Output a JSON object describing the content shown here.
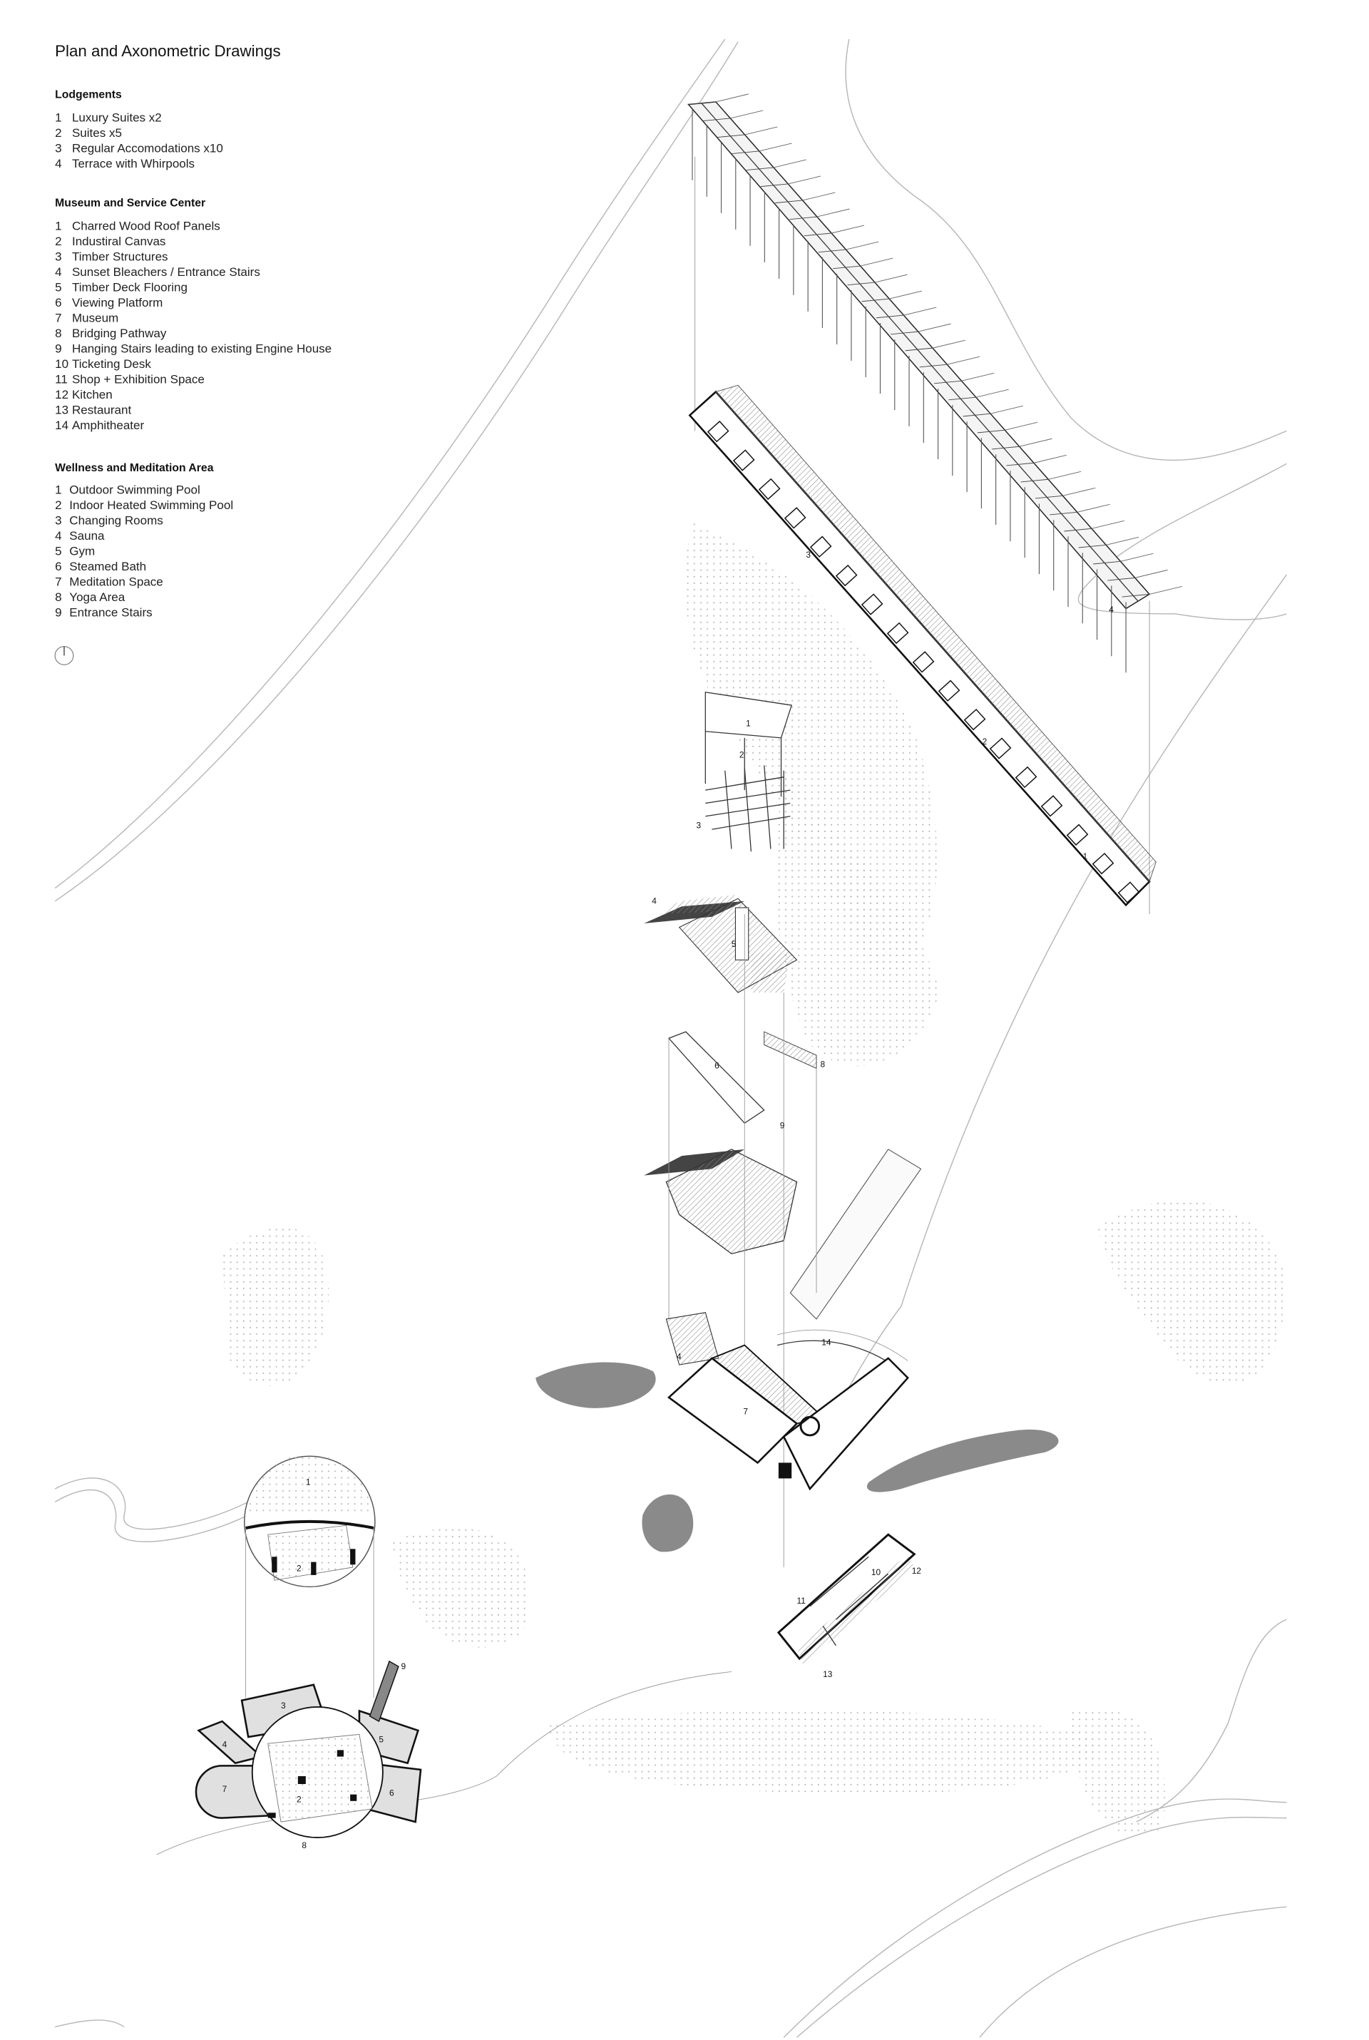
{
  "title": "Plan and Axonometric Drawings",
  "legend": {
    "lodgements": {
      "heading": "Lodgements",
      "items": [
        {
          "n": "1",
          "label": "Luxury Suites x2"
        },
        {
          "n": "2",
          "label": "Suites x5"
        },
        {
          "n": "3",
          "label": "Regular Accomodations x10"
        },
        {
          "n": "4",
          "label": "Terrace with Whirpools"
        }
      ]
    },
    "museum": {
      "heading": "Museum and Service Center",
      "items": [
        {
          "n": "1",
          "label": "Charred Wood Roof Panels"
        },
        {
          "n": "2",
          "label": "Industiral Canvas"
        },
        {
          "n": "3",
          "label": "Timber Structures"
        },
        {
          "n": "4",
          "label": "Sunset Bleachers / Entrance Stairs"
        },
        {
          "n": "5",
          "label": "Timber Deck Flooring"
        },
        {
          "n": "6",
          "label": "Viewing Platform"
        },
        {
          "n": "7",
          "label": "Museum"
        },
        {
          "n": "8",
          "label": "Bridging Pathway"
        },
        {
          "n": "9",
          "label": "Hanging Stairs leading to existing Engine House"
        },
        {
          "n": "10",
          "label": "Ticketing Desk"
        },
        {
          "n": "11",
          "label": "Shop + Exhibition Space"
        },
        {
          "n": "12",
          "label": "Kitchen"
        },
        {
          "n": "13",
          "label": "Restaurant"
        },
        {
          "n": "14",
          "label": "Amphitheater"
        }
      ]
    },
    "wellness": {
      "heading": "Wellness and Meditation Area",
      "items": [
        {
          "n": "1",
          "label": "Outdoor Swimming Pool"
        },
        {
          "n": "2",
          "label": "Indoor Heated Swimming Pool"
        },
        {
          "n": "3",
          "label": "Changing Rooms"
        },
        {
          "n": "4",
          "label": "Sauna"
        },
        {
          "n": "5",
          "label": "Gym"
        },
        {
          "n": "6",
          "label": "Steamed Bath"
        },
        {
          "n": "7",
          "label": "Meditation Space"
        },
        {
          "n": "8",
          "label": "Yoga Area"
        },
        {
          "n": "9",
          "label": "Entrance Stairs"
        }
      ]
    }
  },
  "drawing_labels": {
    "lodge": [
      "3",
      "4",
      "2",
      "1"
    ],
    "museum": [
      "1",
      "2",
      "3",
      "4",
      "5",
      "8",
      "6",
      "9",
      "14",
      "4",
      "7",
      "10",
      "12",
      "11",
      "13"
    ],
    "wellness": [
      "1",
      "2",
      "9",
      "3",
      "4",
      "5",
      "7",
      "2",
      "6",
      "8"
    ]
  },
  "colors": {
    "ink": "#111111",
    "road": "#b8b8b8",
    "water": "#8a8a8a"
  }
}
